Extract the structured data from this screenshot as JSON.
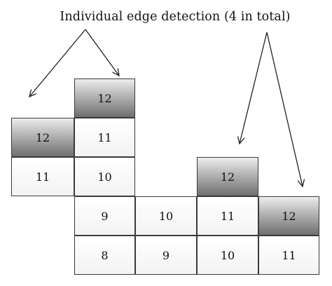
{
  "caption": "Individual edge detection (4 in total)",
  "cells": [
    {
      "id": "c1",
      "value": "12",
      "shaded": true
    },
    {
      "id": "c2",
      "value": "12",
      "shaded": true
    },
    {
      "id": "c3",
      "value": "11",
      "shaded": false
    },
    {
      "id": "c4",
      "value": "11",
      "shaded": false
    },
    {
      "id": "c5",
      "value": "10",
      "shaded": false
    },
    {
      "id": "c6",
      "value": "12",
      "shaded": true
    },
    {
      "id": "c7",
      "value": "9",
      "shaded": false
    },
    {
      "id": "c8",
      "value": "10",
      "shaded": false
    },
    {
      "id": "c9",
      "value": "11",
      "shaded": false
    },
    {
      "id": "c10",
      "value": "12",
      "shaded": true
    },
    {
      "id": "c11",
      "value": "8",
      "shaded": false
    },
    {
      "id": "c12",
      "value": "9",
      "shaded": false
    },
    {
      "id": "c13",
      "value": "10",
      "shaded": false
    },
    {
      "id": "c14",
      "value": "11",
      "shaded": false
    }
  ]
}
